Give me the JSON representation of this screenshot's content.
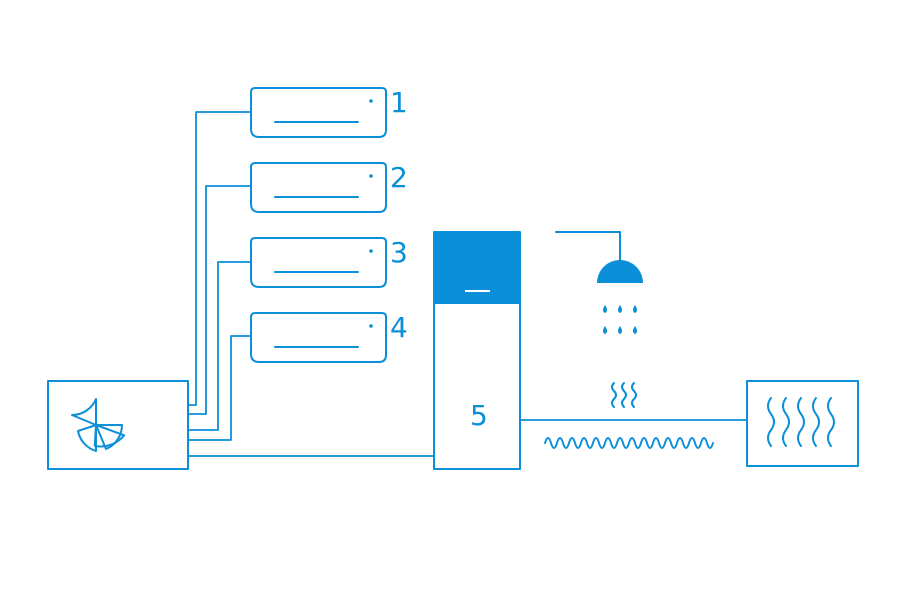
{
  "colors": {
    "accent": "#0a8fd8",
    "background": "#ffffff"
  },
  "indoor_units": [
    {
      "label": "1"
    },
    {
      "label": "2"
    },
    {
      "label": "3"
    },
    {
      "label": "4"
    }
  ],
  "tank": {
    "label": "5"
  },
  "icons": {
    "outdoor_unit": "fan-icon",
    "shower": "shower-icon",
    "heat": "heat-wave-icon",
    "floor_heating": "floor-heating-coil-icon",
    "radiator": "radiator-icon"
  }
}
